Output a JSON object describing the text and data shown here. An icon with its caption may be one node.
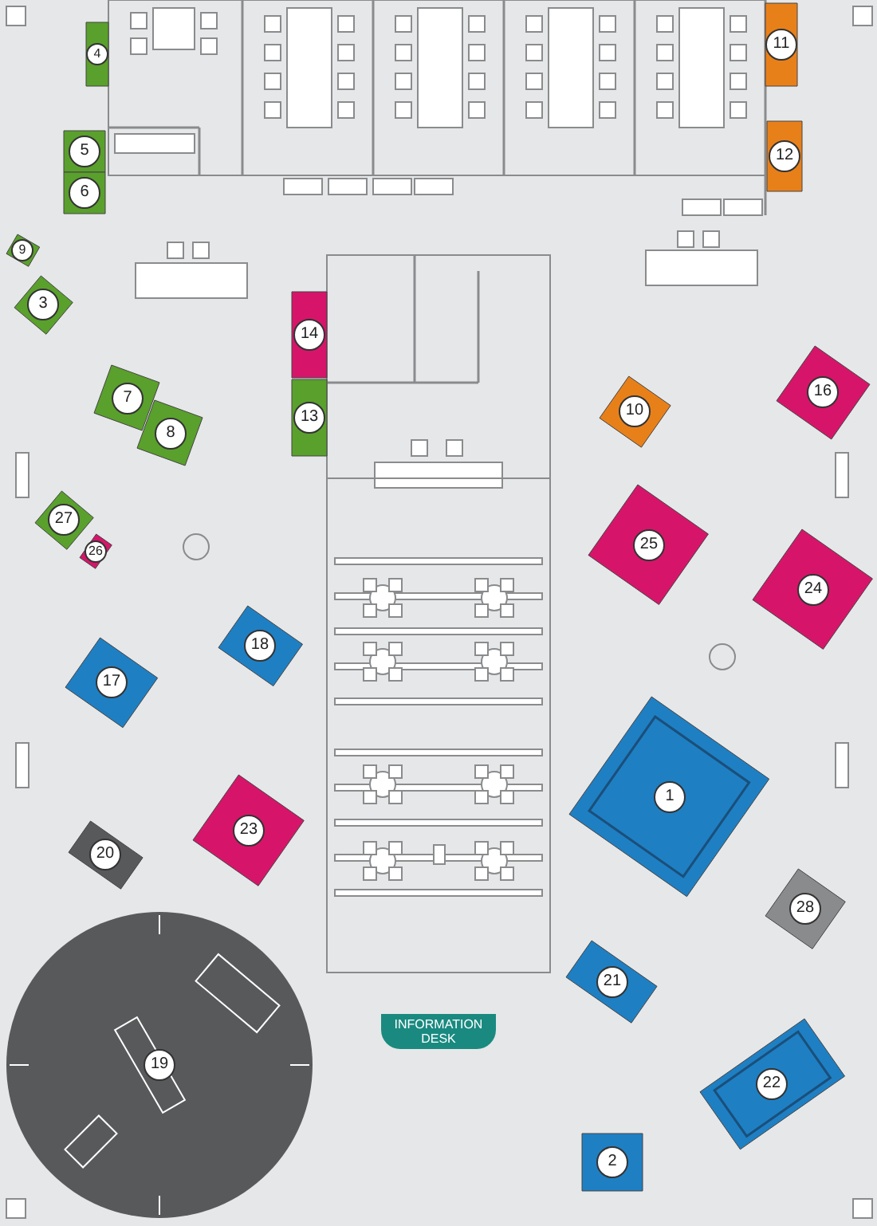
{
  "diagram": {
    "nodes": [
      {
        "text": [
          "4"
        ]
      },
      {
        "text": [
          "11"
        ]
      },
      {
        "text": [
          "5"
        ]
      },
      {
        "text": [
          "12"
        ]
      },
      {
        "text": [
          "6"
        ]
      },
      {
        "text": [
          "9"
        ]
      },
      {
        "text": [
          "3"
        ]
      },
      {
        "text": [
          "14"
        ]
      },
      {
        "text": [
          "16"
        ]
      },
      {
        "text": [
          "7"
        ]
      },
      {
        "text": [
          "10"
        ]
      },
      {
        "text": [
          "13"
        ]
      },
      {
        "text": [
          "8"
        ]
      },
      {
        "text": [
          "27"
        ]
      },
      {
        "text": [
          "25"
        ]
      },
      {
        "text": [
          "26"
        ]
      },
      {
        "text": [
          "24"
        ]
      },
      {
        "text": [
          "18"
        ]
      },
      {
        "text": [
          "17"
        ]
      },
      {
        "text": [
          "1"
        ]
      },
      {
        "text": [
          "23"
        ]
      },
      {
        "text": [
          "20"
        ]
      },
      {
        "text": [
          "28"
        ]
      },
      {
        "text": [
          "21"
        ]
      },
      {
        "text": [
          "INFORMATION DESK"
        ]
      },
      {
        "text": [
          "19"
        ]
      },
      {
        "text": [
          "22"
        ]
      },
      {
        "text": [
          "2"
        ]
      }
    ]
  }
}
